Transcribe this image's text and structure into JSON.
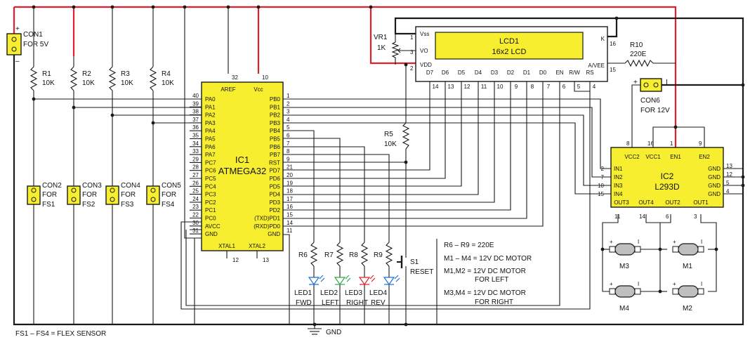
{
  "colors": {
    "ic_fill": "#f7ee2f",
    "wire": "#1a1a1a",
    "power_wire": "#e0202a",
    "led_green": "#2fa84a",
    "led_red": "#e0202a",
    "led_blue": "#1f6fd1",
    "motor_body": "#bfbfbf"
  },
  "con1": {
    "name": "CON1",
    "label": "FOR 5V",
    "plus": "+",
    "minus": "–"
  },
  "pullups": [
    {
      "name": "R1",
      "value": "10K"
    },
    {
      "name": "R2",
      "value": "10K"
    },
    {
      "name": "R3",
      "value": "10K"
    },
    {
      "name": "R4",
      "value": "10K"
    }
  ],
  "sensors": [
    {
      "name": "CON2",
      "for": "FOR",
      "sensor": "FS1"
    },
    {
      "name": "CON3",
      "for": "FOR",
      "sensor": "FS2"
    },
    {
      "name": "CON4",
      "for": "FOR",
      "sensor": "FS3"
    },
    {
      "name": "CON5",
      "for": "FOR",
      "sensor": "FS4"
    }
  ],
  "ic1": {
    "name": "IC1",
    "part": "ATMEGA32",
    "top_pins": [
      {
        "label": "AREF",
        "num": "32"
      },
      {
        "label": "Vcc",
        "num": "10"
      }
    ],
    "left_pins": [
      {
        "label": "PA0",
        "num": "40"
      },
      {
        "label": "PA1",
        "num": "39"
      },
      {
        "label": "PA2",
        "num": "38"
      },
      {
        "label": "PA3",
        "num": "37"
      },
      {
        "label": "PA4",
        "num": "36"
      },
      {
        "label": "PA5",
        "num": "35"
      },
      {
        "label": "PA6",
        "num": "34"
      },
      {
        "label": "PA7",
        "num": "33"
      },
      {
        "label": "PC7",
        "num": "29"
      },
      {
        "label": "PC6",
        "num": "28"
      },
      {
        "label": "PC5",
        "num": "27"
      },
      {
        "label": "PC4",
        "num": "26"
      },
      {
        "label": "PC3",
        "num": "25"
      },
      {
        "label": "PC2",
        "num": "24"
      },
      {
        "label": "PC1",
        "num": "23"
      },
      {
        "label": "PC0",
        "num": "22"
      },
      {
        "label": "AVCC",
        "num": "30"
      },
      {
        "label": "GND",
        "num": "31"
      }
    ],
    "right_pins": [
      {
        "label": "PB0",
        "num": "1"
      },
      {
        "label": "PB1",
        "num": "2"
      },
      {
        "label": "PB2",
        "num": "3"
      },
      {
        "label": "PB3",
        "num": "4"
      },
      {
        "label": "PB4",
        "num": "5"
      },
      {
        "label": "PB5",
        "num": "6"
      },
      {
        "label": "PB6",
        "num": "7"
      },
      {
        "label": "PB7",
        "num": "8"
      },
      {
        "label": "RST",
        "num": "9"
      },
      {
        "label": "PD7",
        "num": "21"
      },
      {
        "label": "PD6",
        "num": "20"
      },
      {
        "label": "PD5",
        "num": "19"
      },
      {
        "label": "PD4",
        "num": "18"
      },
      {
        "label": "PD3",
        "num": "17"
      },
      {
        "label": "PD2",
        "num": "16"
      },
      {
        "label": "(TXD)PD1",
        "num": "15"
      },
      {
        "label": "(RXD)PD0",
        "num": "14"
      },
      {
        "label": "GND",
        "num": "11"
      }
    ],
    "bottom_pins": [
      {
        "label": "XTAL1",
        "num": "12"
      },
      {
        "label": "XTAL2",
        "num": "13"
      }
    ]
  },
  "vr1": {
    "name": "VR1",
    "value": "1K",
    "pins": [
      "1",
      "3",
      "2"
    ]
  },
  "lcd": {
    "name": "LCD1",
    "type": "16x2 LCD",
    "left_pins": [
      {
        "label": "Vss",
        "num": "1"
      },
      {
        "label": "VO",
        "num": "3"
      },
      {
        "label": "VDD",
        "num": "2"
      }
    ],
    "bottom_pins": [
      {
        "label": "D7",
        "num": "14"
      },
      {
        "label": "D6",
        "num": "13"
      },
      {
        "label": "D5",
        "num": "12"
      },
      {
        "label": "D4",
        "num": "11"
      },
      {
        "label": "D3",
        "num": "10"
      },
      {
        "label": "D2",
        "num": "9"
      },
      {
        "label": "D1",
        "num": "8"
      },
      {
        "label": "D0",
        "num": "7"
      },
      {
        "label": "EN",
        "num": "6"
      },
      {
        "label": "R/W",
        "num": "5"
      },
      {
        "label": "RS",
        "num": "4"
      }
    ],
    "right_pins": [
      {
        "label": "K",
        "num": "16"
      },
      {
        "label": "A/VEE",
        "num": "15"
      }
    ]
  },
  "r10": {
    "name": "R10",
    "value": "220E"
  },
  "r5": {
    "name": "R5",
    "value": "10K"
  },
  "con6": {
    "name": "CON6",
    "label": "FOR 12V",
    "plus": "+",
    "minus": "I"
  },
  "ic2": {
    "name": "IC2",
    "part": "L293D",
    "top_pins": [
      {
        "label": "VCC2",
        "num": "8"
      },
      {
        "label": "VCC1",
        "num": "16"
      },
      {
        "label": "EN1",
        "num": "1"
      },
      {
        "label": "EN2",
        "num": "9"
      }
    ],
    "left_pins": [
      {
        "label": "IN1",
        "num": "2"
      },
      {
        "label": "IN2",
        "num": "7"
      },
      {
        "label": "IN3",
        "num": "10"
      },
      {
        "label": "IN4",
        "num": "15"
      }
    ],
    "right_pins": [
      {
        "label": "GND",
        "num": "13"
      },
      {
        "label": "GND",
        "num": "12"
      },
      {
        "label": "GND",
        "num": "5"
      },
      {
        "label": "GND",
        "num": "4"
      }
    ],
    "bottom_pins": [
      {
        "label": "OUT3",
        "num": "11"
      },
      {
        "label": "OUT4",
        "num": "14"
      },
      {
        "label": "OUT2",
        "num": "6"
      },
      {
        "label": "OUT1",
        "num": "3"
      }
    ]
  },
  "leds": [
    {
      "resistor": "R6",
      "name": "LED1",
      "func": "FWD"
    },
    {
      "resistor": "R7",
      "name": "LED2",
      "func": "LEFT"
    },
    {
      "resistor": "R8",
      "name": "LED3",
      "func": "RIGHT"
    },
    {
      "resistor": "R9",
      "name": "LED4",
      "func": "REV"
    }
  ],
  "switch": {
    "name": "S1",
    "func": "RESET"
  },
  "motors": [
    {
      "name": "M3"
    },
    {
      "name": "M1"
    },
    {
      "name": "M4"
    },
    {
      "name": "M2"
    }
  ],
  "motor_terminals": {
    "plus": "+",
    "minus": "I"
  },
  "ground": {
    "label": "GND"
  },
  "notes": [
    "R6 – R9 = 220E",
    "M1 – M4 = 12V DC MOTOR",
    "M1,M2 = 12V DC MOTOR",
    "FOR LEFT",
    "M3,M4 = 12V DC MOTOR",
    "FOR RIGHT"
  ],
  "footnote": "FS1 – FS4 = FLEX SENSOR"
}
